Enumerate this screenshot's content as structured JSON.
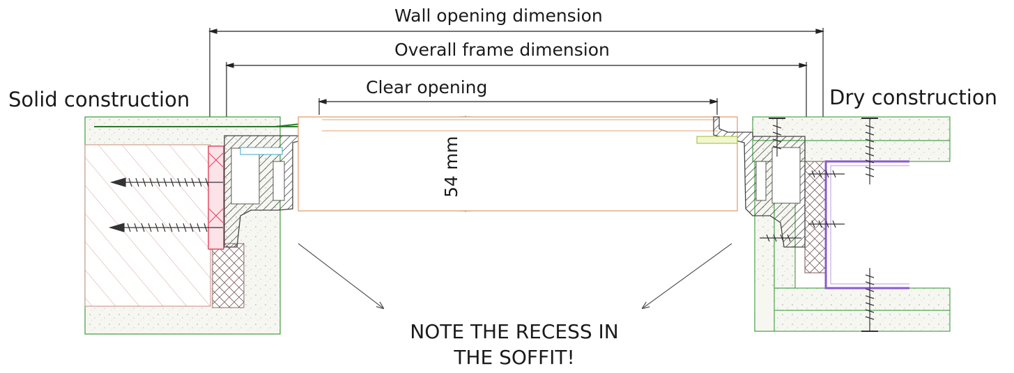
{
  "labels": {
    "wall_opening": "Wall opening dimension",
    "overall_frame": "Overall frame dimension",
    "clear_opening": "Clear opening",
    "solid_construction": "Solid construction",
    "dry_construction": "Dry construction",
    "thickness": "54 mm",
    "note_line1": "NOTE THE RECESS IN",
    "note_line2": "THE SOFFIT!"
  },
  "colors": {
    "dimension_line": "#222222",
    "masonry_outline": "#3c9a3c",
    "plaster": "#f4f4f0",
    "frame_profile": "#6a6a6a",
    "anchor_red": "#e0405a",
    "hinge_cyan": "#3aa9c8",
    "leaf_outline": "#e0a070",
    "insulation": "#b05a5a",
    "drywall_stud": "#8a5ad0",
    "gasket_yellow": "#c8d860"
  }
}
